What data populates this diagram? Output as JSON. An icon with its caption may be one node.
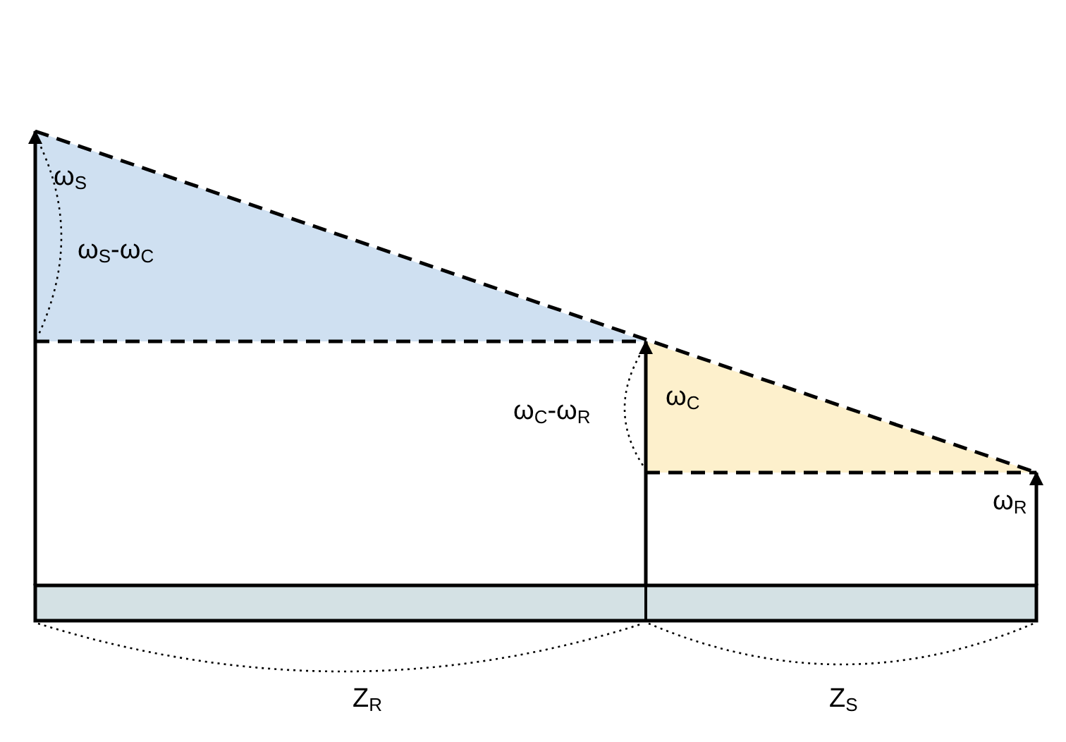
{
  "diagram": {
    "labels": [
      "ω$_{S}$",
      "ω$_{S}$-ω$_{C}$",
      "ω$_{C}$",
      "ω$_{C}$-ω$_{R}$",
      "ω$_{R}$",
      "Z$_{R}$",
      "Z$_{S}$"
    ]
  }
}
